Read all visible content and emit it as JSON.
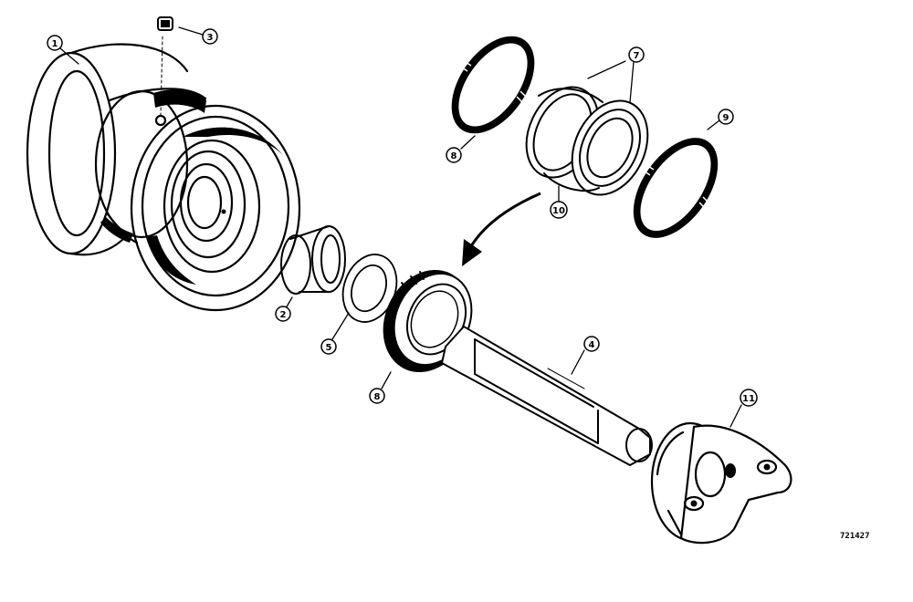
{
  "callouts": [
    {
      "id": "c1",
      "label": "1"
    },
    {
      "id": "c2",
      "label": "2"
    },
    {
      "id": "c3",
      "label": "3"
    },
    {
      "id": "c4",
      "label": "4"
    },
    {
      "id": "c5",
      "label": "5"
    },
    {
      "id": "c7",
      "label": "7"
    },
    {
      "id": "c8a",
      "label": "8"
    },
    {
      "id": "c8b",
      "label": "8"
    },
    {
      "id": "c9",
      "label": "9"
    },
    {
      "id": "c10",
      "label": "10"
    },
    {
      "id": "c11",
      "label": "11"
    }
  ],
  "drawing_number": "721427",
  "colors": {
    "ink": "#000000",
    "paper": "#ffffff"
  }
}
